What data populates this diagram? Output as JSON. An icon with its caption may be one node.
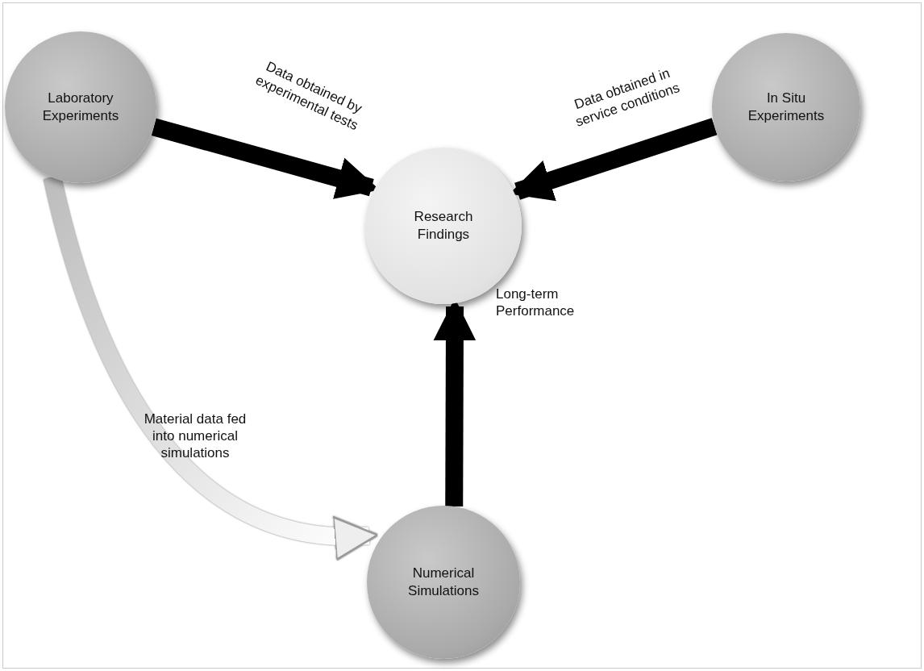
{
  "diagram": {
    "nodes": [
      {
        "text": [
          "Laboratory Experiments"
        ]
      },
      {
        "text": [
          "Research Findings"
        ]
      },
      {
        "text": [
          "In Situ Experiments"
        ]
      },
      {
        "text": [
          "Numerical Simulations"
        ]
      }
    ],
    "edges": [
      {
        "from": 0,
        "to": 1,
        "arrow": "to",
        "label": "Data obtained by experimental tests"
      },
      {
        "from": 2,
        "to": 1,
        "arrow": "to",
        "label": "Data obtained in service conditions"
      },
      {
        "from": 3,
        "to": 1,
        "arrow": "to",
        "label": "Long-term Performance"
      },
      {
        "from": 0,
        "to": 3,
        "arrow": "to",
        "color": "#eeeeee",
        "label": "Material data fed into numerical simulations"
      }
    ]
  }
}
